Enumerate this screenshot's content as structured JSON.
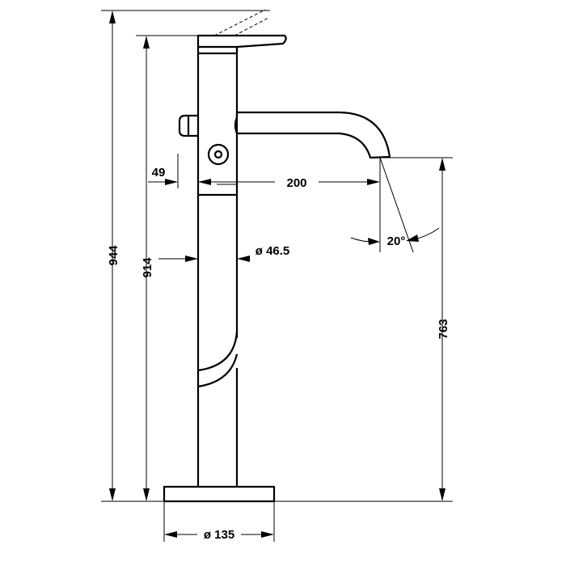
{
  "dimensions": {
    "total_height": "944",
    "spout_height": "914",
    "outlet_height": "763",
    "handle_offset": "49",
    "spout_projection": "200",
    "spout_angle": "20°",
    "column_diameter": "ø 46.5",
    "base_diameter": "ø 135"
  }
}
